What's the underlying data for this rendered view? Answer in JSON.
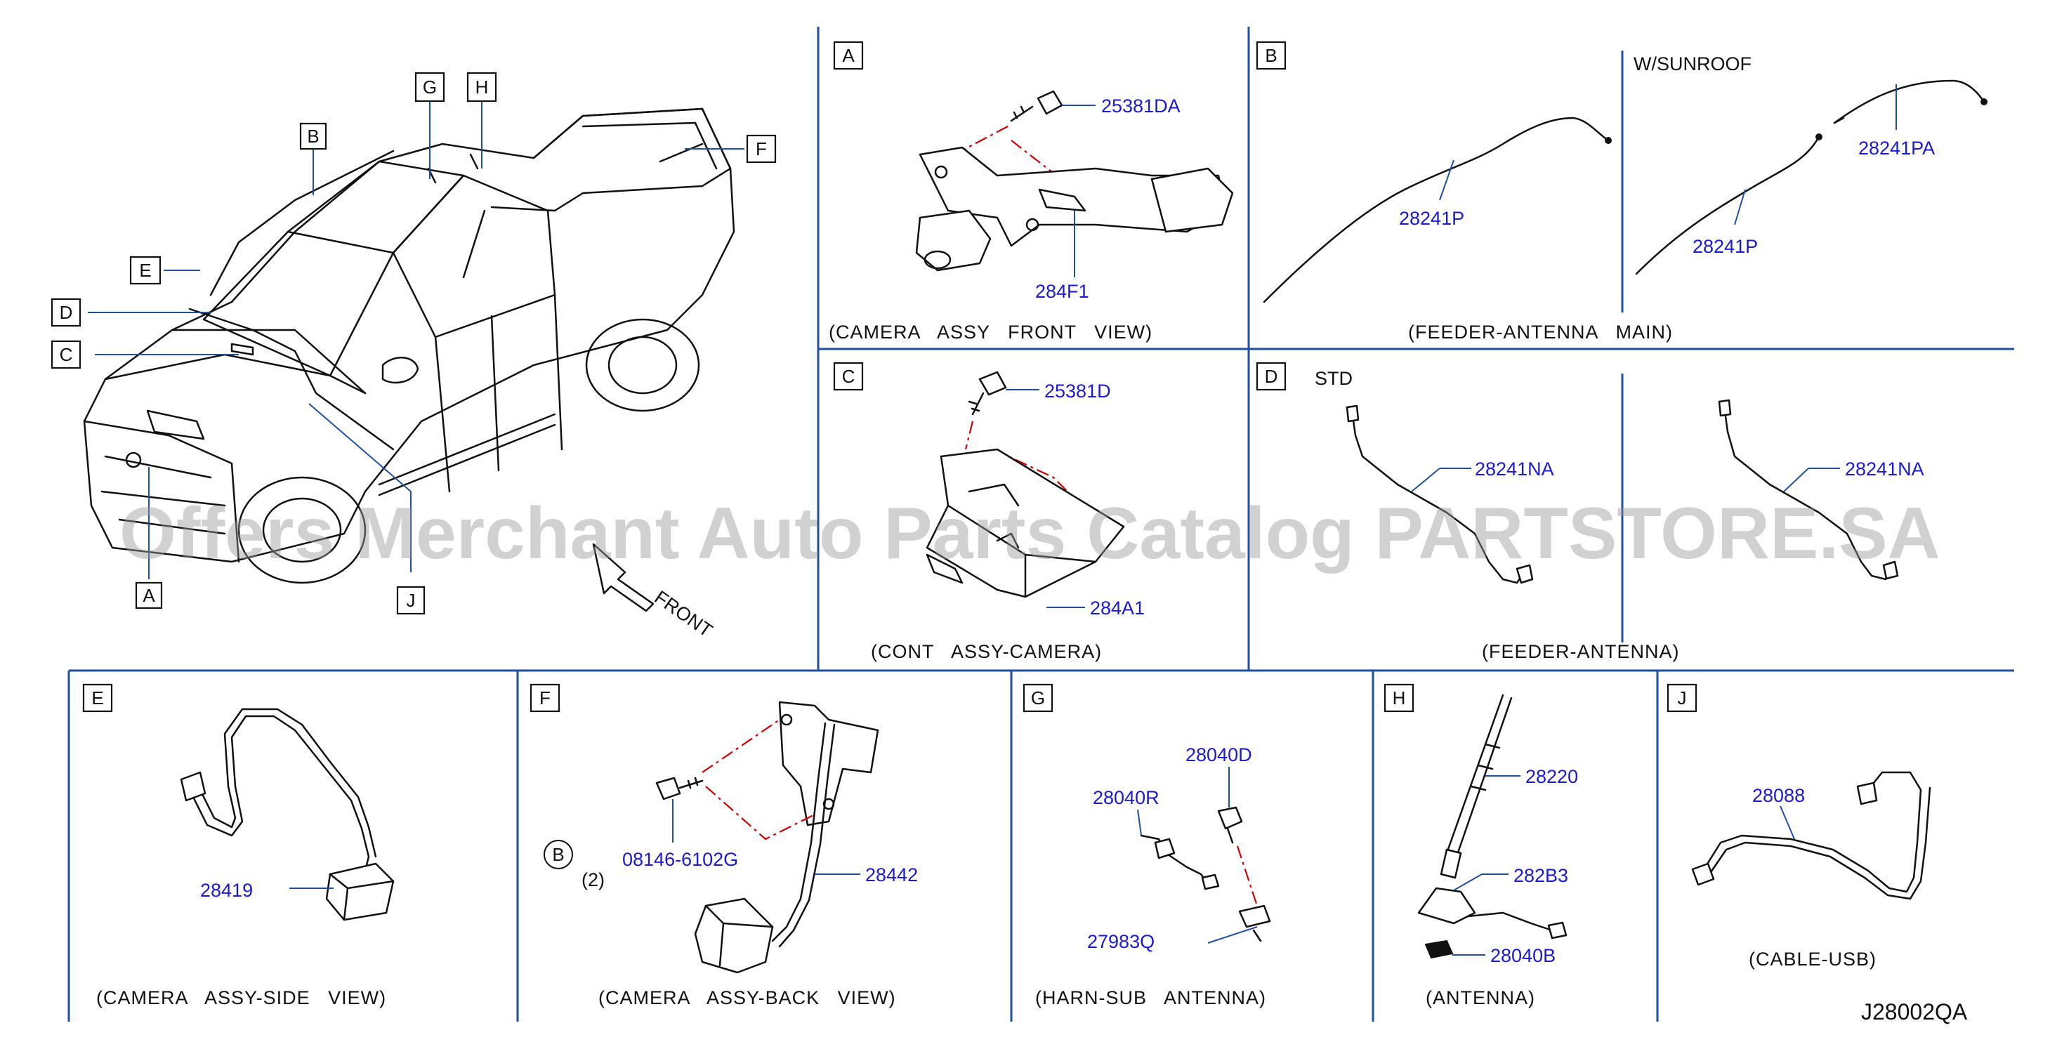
{
  "overview": {
    "callouts": [
      "A",
      "B",
      "C",
      "D",
      "E",
      "F",
      "G",
      "H",
      "J"
    ],
    "direction_label": "FRONT"
  },
  "panels": {
    "A": {
      "letter": "A",
      "parts": [
        "25381DA",
        "284F1"
      ],
      "caption": "(CAMERA   ASSY   FRONT   VIEW)"
    },
    "B": {
      "letter": "B",
      "variant": "W/SUNROOF",
      "parts": [
        "28241P",
        "28241PA",
        "28241P"
      ],
      "caption": "(FEEDER-ANTENNA   MAIN)"
    },
    "C": {
      "letter": "C",
      "parts": [
        "25381D",
        "284A1"
      ],
      "caption": "(CONT   ASSY-CAMERA)"
    },
    "D": {
      "letter": "D",
      "variant": "STD",
      "parts": [
        "28241NA",
        "28241NA"
      ],
      "caption": "(FEEDER-ANTENNA)"
    },
    "E": {
      "letter": "E",
      "parts": [
        "28419"
      ],
      "caption": "(CAMERA   ASSY-SIDE   VIEW)"
    },
    "F": {
      "letter": "F",
      "parts": [
        "08146-6102G",
        "28442"
      ],
      "ref_letter": "B",
      "ref_qty": "(2)",
      "caption": "(CAMERA   ASSY-BACK   VIEW)"
    },
    "G": {
      "letter": "G",
      "parts": [
        "28040D",
        "28040R",
        "27983Q"
      ],
      "caption": "(HARN-SUB   ANTENNA)"
    },
    "H": {
      "letter": "H",
      "parts": [
        "28220",
        "282B3",
        "28040B"
      ],
      "caption": "(ANTENNA)"
    },
    "J": {
      "letter": "J",
      "parts": [
        "28088"
      ],
      "caption": "(CABLE-USB)"
    }
  },
  "watermark": "Offers Merchant Auto Parts Catalog PARTSTORE.SA",
  "drawing_code": "J28002QA",
  "colors": {
    "frame": "#1f4fa0",
    "part_number": "#1a1ad6",
    "dash_line": "#d40000",
    "ink": "#111111"
  }
}
